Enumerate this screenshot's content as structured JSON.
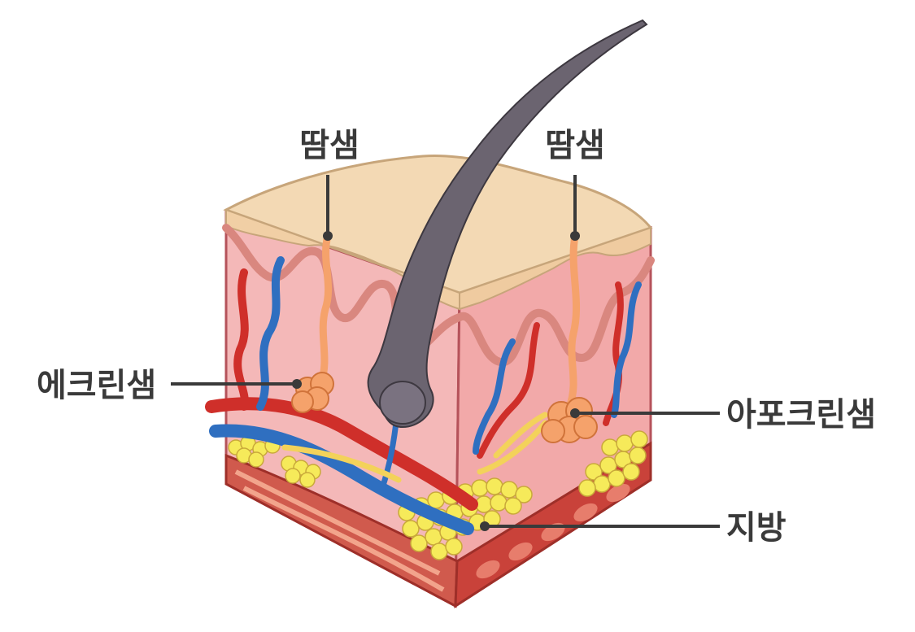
{
  "labels": {
    "sweat_pore_left": "땀샘",
    "sweat_pore_right": "땀샘",
    "eccrine_gland": "에크린샘",
    "apocrine_gland": "아포크린샘",
    "fat": "지방"
  },
  "colors": {
    "epidermis": "#f3d9b4",
    "dermis": "#f4b8b8",
    "dermis_dark": "#e89a9a",
    "muscle": "#c9423a",
    "fat": "#f6ea5a",
    "artery": "#cf2f2a",
    "vein": "#2f6fc0",
    "hair": "#6b6470",
    "gland": "#f5a26b",
    "nerve": "#f3d25a",
    "text": "#3a3a3a"
  }
}
